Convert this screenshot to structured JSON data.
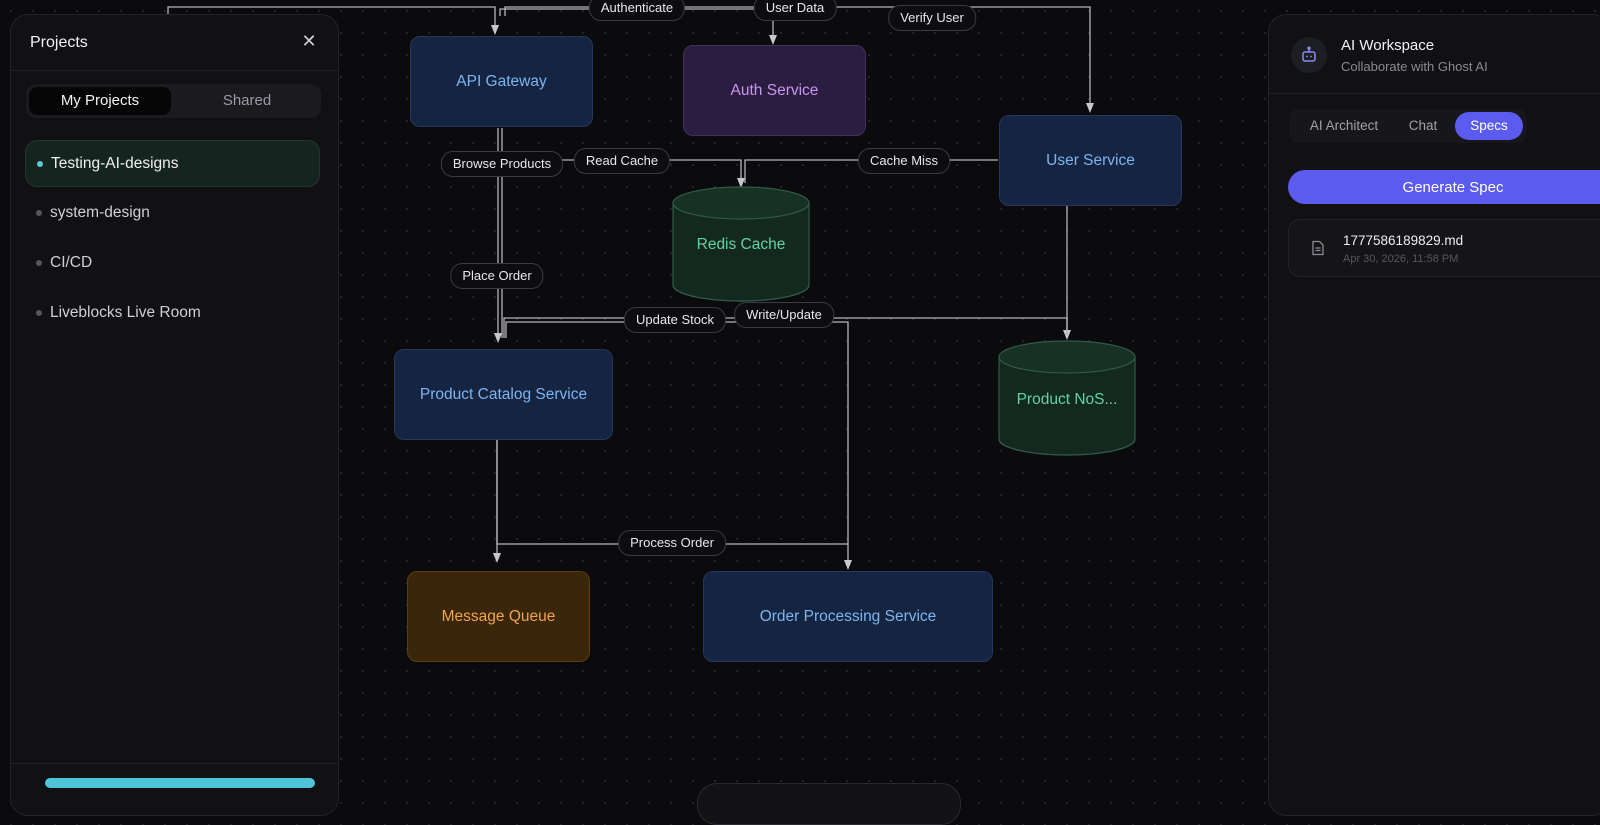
{
  "projects_panel": {
    "title": "Projects",
    "close_icon": "close-icon",
    "tabs": [
      "My Projects",
      "Shared"
    ],
    "active_tab": "My Projects",
    "items": [
      {
        "label": "Testing-AI-designs",
        "active": true
      },
      {
        "label": "system-design",
        "active": false
      },
      {
        "label": "CI/CD",
        "active": false
      },
      {
        "label": "Liveblocks Live Room",
        "active": false
      }
    ]
  },
  "ai_panel": {
    "icon": "robot-icon",
    "title": "AI Workspace",
    "subtitle": "Collaborate with Ghost AI",
    "tabs": [
      "AI Architect",
      "Chat",
      "Specs"
    ],
    "active_tab": "Specs",
    "generate_button": "Generate Spec",
    "spec_file": {
      "name": "1777586189829.md",
      "date": "Apr 30, 2026, 11:58 PM",
      "icon": "file-icon",
      "action_icon": "download-icon"
    }
  },
  "diagram": {
    "nodes": {
      "api_gateway": "API Gateway",
      "auth_service": "Auth Service",
      "user_service": "User Service",
      "redis_cache": "Redis Cache",
      "product_catalog": "Product Catalog Service",
      "product_nosql": "Product NoS...",
      "message_queue": "Message Queue",
      "order_processing": "Order Processing Service"
    },
    "edge_labels": {
      "authenticate": "Authenticate",
      "user_data": "User Data",
      "verify_user": "Verify User",
      "browse_products": "Browse Products",
      "read_cache": "Read Cache",
      "cache_miss": "Cache Miss",
      "place_order": "Place Order",
      "update_stock": "Update Stock",
      "write_update": "Write/Update",
      "process_order": "Process Order"
    }
  },
  "colors": {
    "accent": "#5b5bf0",
    "service": "#7db5ef",
    "database": "#5fd4a0",
    "auth": "#c596f0",
    "queue": "#f0a450"
  }
}
